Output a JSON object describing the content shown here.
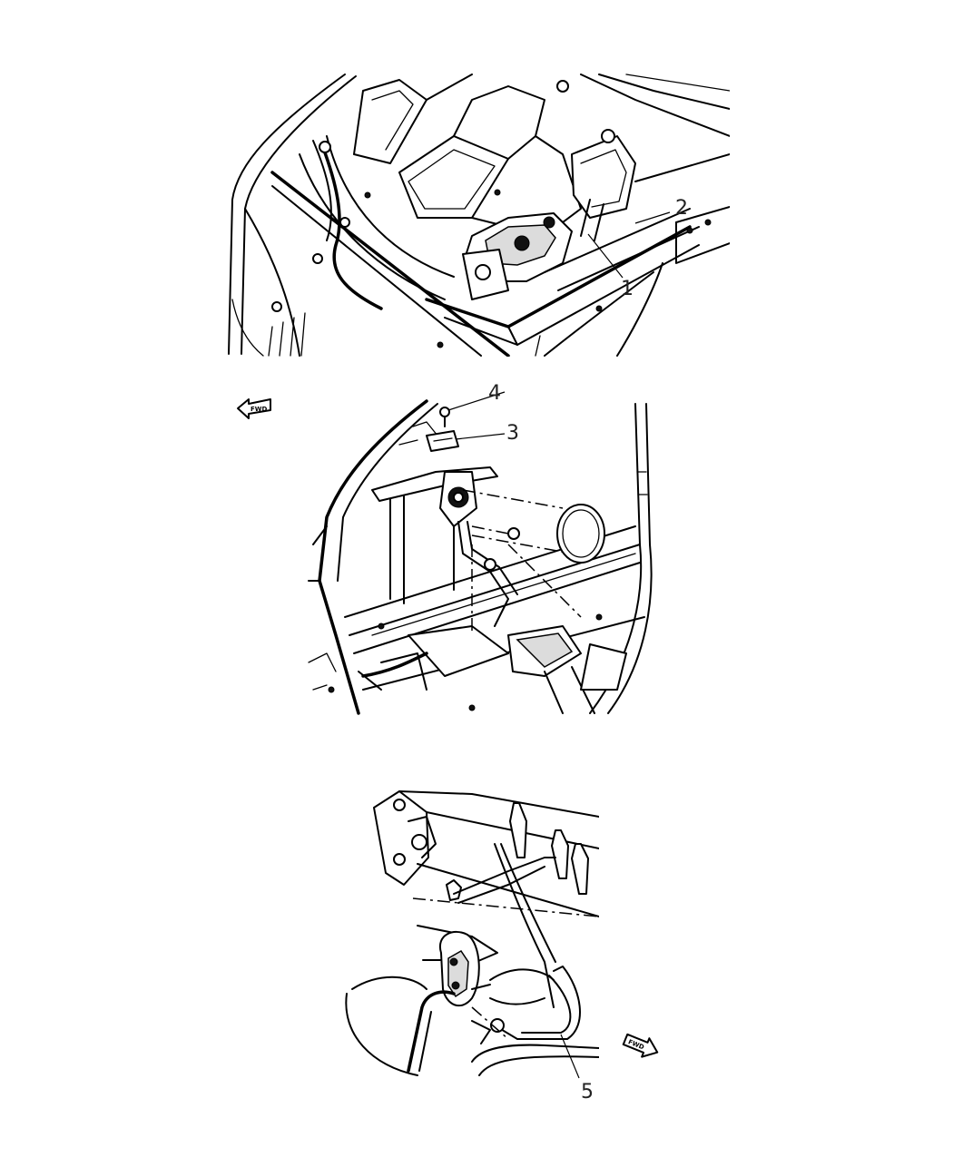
{
  "callouts": {
    "c1": "1",
    "c2": "2",
    "c3": "3",
    "c4": "4",
    "c5": "5"
  },
  "direction_arrows": {
    "forward_label": "FWD"
  }
}
